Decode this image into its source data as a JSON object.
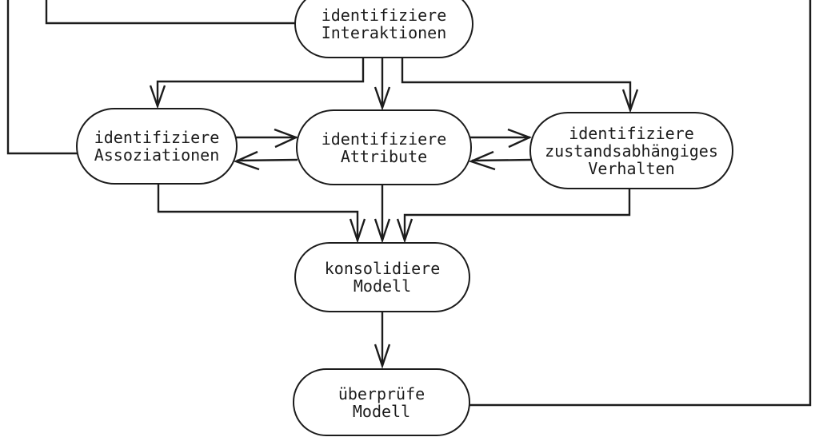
{
  "colors": {
    "background": "#ffffff",
    "line": "#1c1c1c",
    "text": "#1c1c1c"
  },
  "nodes": {
    "interaktionen": {
      "lines": [
        "identifiziere",
        "Interaktionen"
      ]
    },
    "assoziationen": {
      "lines": [
        "identifiziere",
        "Assoziationen"
      ]
    },
    "attribute": {
      "lines": [
        "identifiziere",
        "Attribute"
      ]
    },
    "verhalten": {
      "lines": [
        "identifiziere",
        "zustandsabhängiges",
        "Verhalten"
      ]
    },
    "konsolidiere": {
      "lines": [
        "konsolidiere",
        "Modell"
      ]
    },
    "ueberpruefe": {
      "lines": [
        "überprüfe",
        "Modell"
      ]
    }
  }
}
